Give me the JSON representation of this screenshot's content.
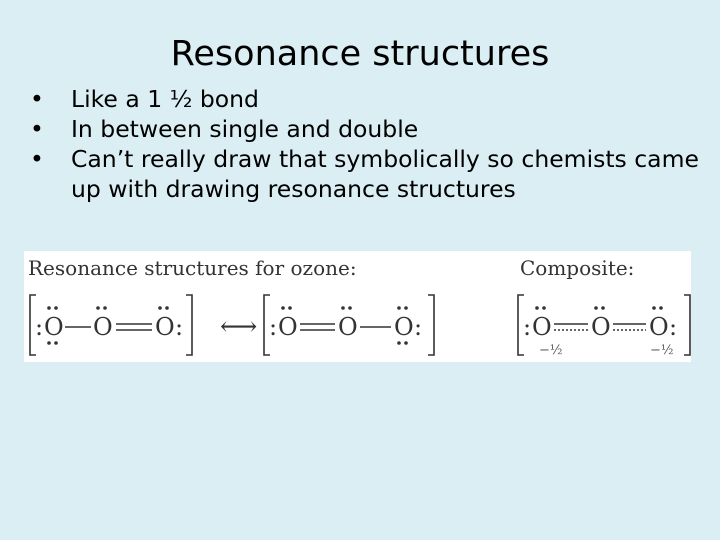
{
  "title": "Resonance structures",
  "bullets": [
    "Like a 1 ½ bond",
    "In between single and double",
    "Can’t really draw that symbolically so chemists came up with drawing resonance structures"
  ],
  "bullet_glyph": "•",
  "figure": {
    "left_caption": "Resonance structures for ozone:",
    "right_caption": "Composite:",
    "atom": "O",
    "colon": ":",
    "lone_pair": "¨",
    "arrow": "⟷",
    "partial_charge": "−½"
  }
}
